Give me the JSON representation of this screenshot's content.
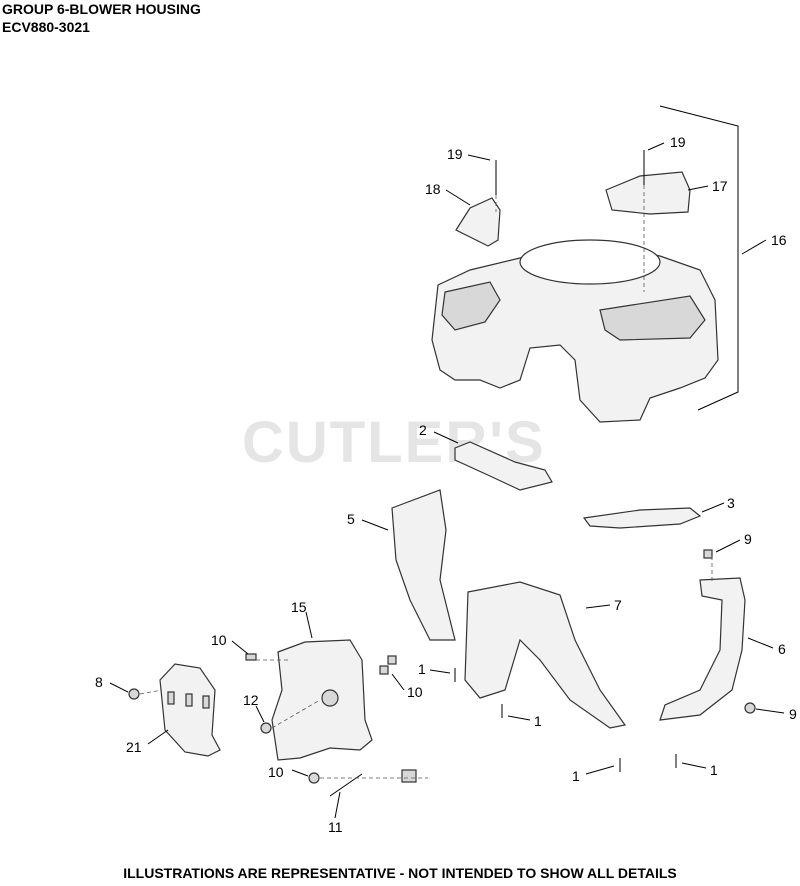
{
  "header": {
    "line1": "GROUP 6-BLOWER HOUSING",
    "line2": "ECV880-3021"
  },
  "watermark": "CUTLER'S",
  "footer": "ILLUSTRATIONS ARE REPRESENTATIVE - NOT INTENDED TO SHOW ALL DETAILS",
  "callouts": {
    "c1a": "1",
    "c1b": "1",
    "c1c": "1",
    "c1d": "1",
    "c2": "2",
    "c3": "3",
    "c5": "5",
    "c6": "6",
    "c7": "7",
    "c8": "8",
    "c9a": "9",
    "c9b": "9",
    "c10a": "10",
    "c10b": "10",
    "c10c": "10",
    "c11": "11",
    "c12": "12",
    "c15": "15",
    "c16": "16",
    "c17": "17",
    "c18": "18",
    "c19a": "19",
    "c19b": "19",
    "c21": "21"
  }
}
